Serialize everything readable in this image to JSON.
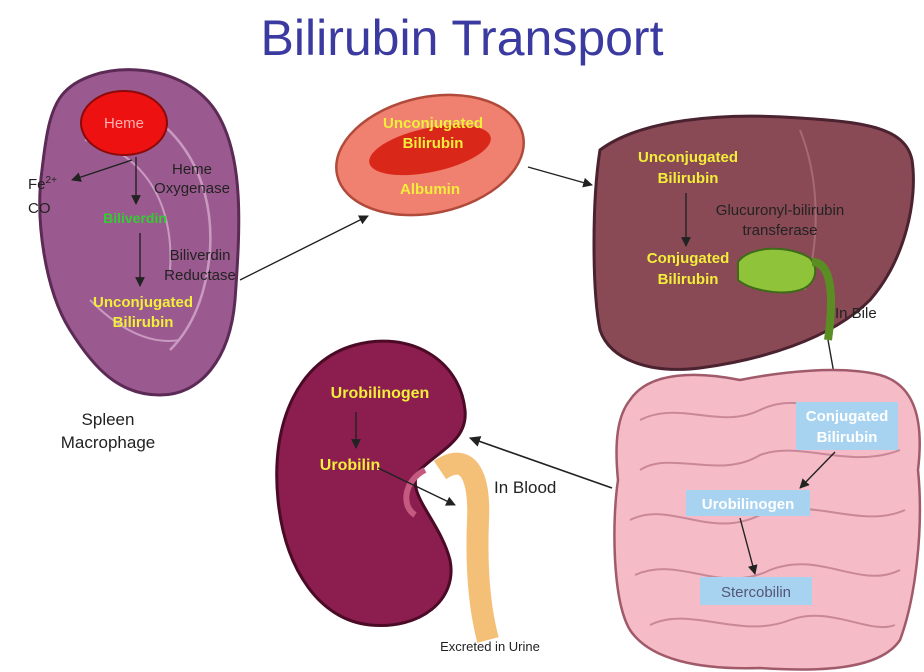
{
  "title": "Bilirubin Transport",
  "spleen": {
    "heme": "Heme",
    "heme_oxygenase": [
      "Heme",
      "Oxygenase"
    ],
    "byproduct_iron": "Fe",
    "byproduct_iron_charge": "2+",
    "byproduct_co": "CO",
    "biliverdin": "Biliverdin",
    "biliverdin_reductase": [
      "Biliverdin",
      "Reductase"
    ],
    "unconjugated_bilirubin": [
      "Unconjugated",
      "Bilirubin"
    ],
    "caption": [
      "Spleen",
      "Macrophage"
    ]
  },
  "blood_cell": {
    "unconjugated_bilirubin": [
      "Unconjugated",
      "Bilirubin"
    ],
    "albumin": "Albumin"
  },
  "liver": {
    "unconjugated_bilirubin": [
      "Unconjugated",
      "Bilirubin"
    ],
    "enzyme": [
      "Glucuronyl-bilirubin",
      "transferase"
    ],
    "conjugated_bilirubin": [
      "Conjugated",
      "Bilirubin"
    ],
    "in_bile": "In Bile"
  },
  "intestine": {
    "conjugated_bilirubin": [
      "Conjugated",
      "Bilirubin"
    ],
    "urobilinogen": "Urobilinogen",
    "stercobilin": "Stercobilin"
  },
  "kidney": {
    "urobilinogen": "Urobilinogen",
    "urobilin": "Urobilin",
    "in_blood": "In Blood",
    "excreted": "Excreted in Urine"
  },
  "colors": {
    "title": "#3b3aa0",
    "label_yellow": "#f2ee3a",
    "label_box_blue": "#a7d3f0",
    "spleen": "#9b5a8f",
    "liver": "#8a4a55",
    "kidney": "#8b1d4f",
    "heme": "#ee1111"
  }
}
